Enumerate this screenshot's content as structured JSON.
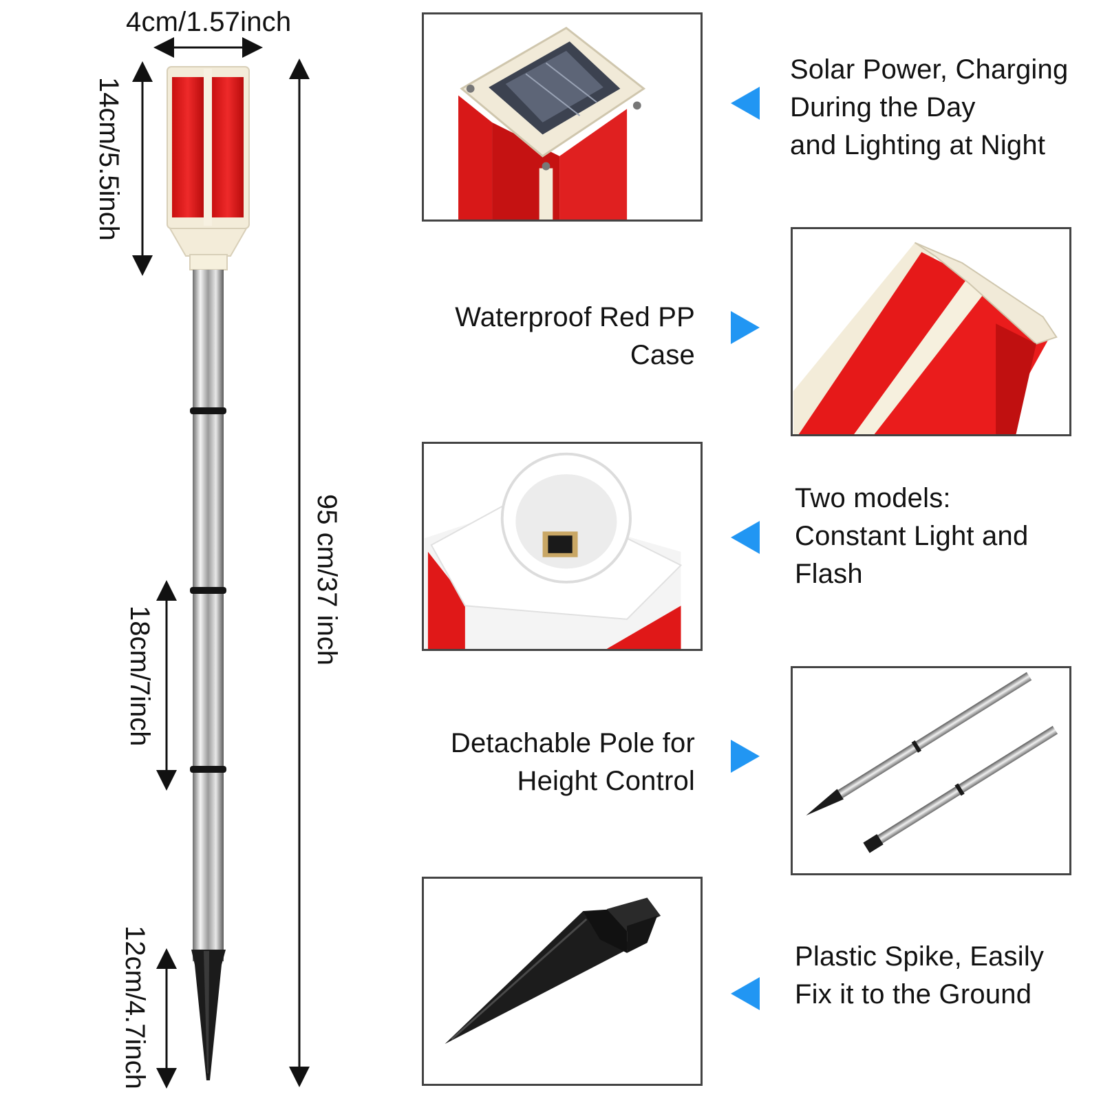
{
  "colors": {
    "accent": "#2196f3",
    "case_red": "#e01414",
    "frame": "#444444"
  },
  "dimensions": {
    "width": "4cm/1.57inch",
    "head": "14cm/5.5inch",
    "total": "95 cm/37 inch",
    "segment": "18cm/7inch",
    "spike": "12cm/4.7inch"
  },
  "features": [
    {
      "lines": [
        "Solar Power, Charging",
        "During the Day",
        "and Lighting at Night"
      ],
      "pointer": "left-pointing-triangle-icon"
    },
    {
      "lines": [
        "Waterproof Red PP",
        "Case"
      ],
      "pointer": "right-pointing-triangle-icon"
    },
    {
      "lines": [
        "Two models:",
        "Constant Light and",
        "Flash"
      ],
      "pointer": "left-pointing-triangle-icon"
    },
    {
      "lines": [
        "Detachable Pole for",
        "Height Control"
      ],
      "pointer": "right-pointing-triangle-icon"
    },
    {
      "lines": [
        "Plastic Spike, Easily",
        "Fix it to the Ground"
      ],
      "pointer": "left-pointing-triangle-icon"
    }
  ]
}
